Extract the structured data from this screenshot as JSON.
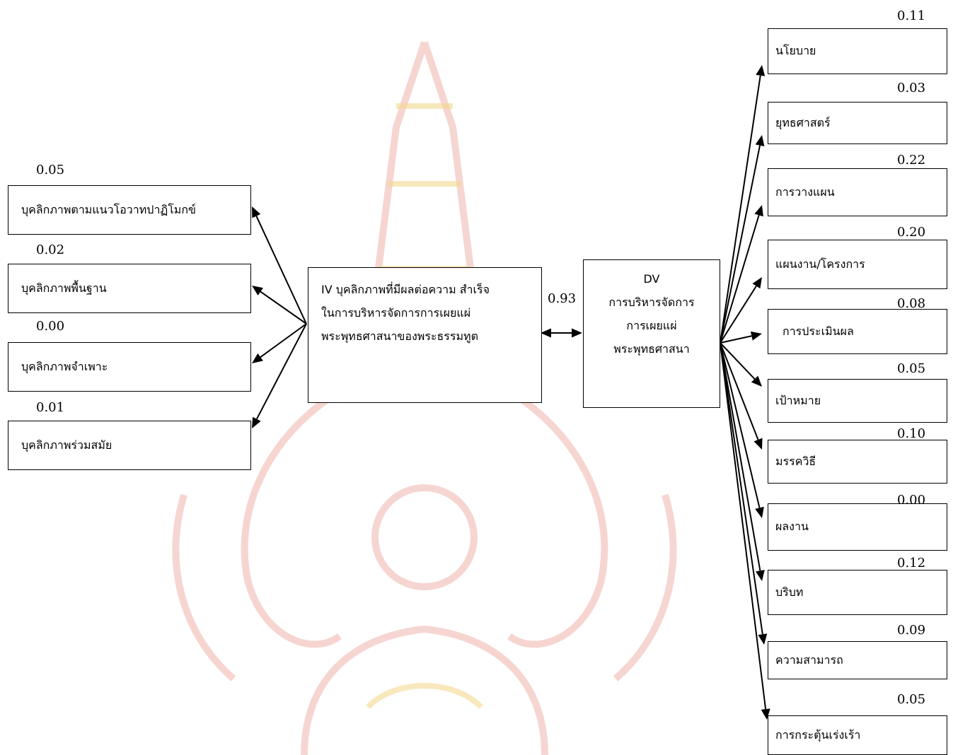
{
  "left_indicators": [
    {
      "label": "บุคลิกภาพตามแนวโอวาทปาฏิโมกข์",
      "coef": "0.05"
    },
    {
      "label": "บุคลิกภาพพื้นฐาน",
      "coef": "0.02"
    },
    {
      "label": "บุคลิกภาพจำเพาะ",
      "coef": "0.00"
    },
    {
      "label": "บุคลิกภาพร่วมสมัย",
      "coef": "0.01"
    }
  ],
  "iv": {
    "lines": [
      "IV บุคลิกภาพที่มีผลต่อความ สำเร็จ",
      "ในการบริหารจัดการการเผยแผ่",
      "พระพุทธศาสนาของพระธรรมทูต"
    ]
  },
  "dv": {
    "lines": [
      "DV",
      "การบริหารจัดการ",
      "การเผยแผ่",
      "พระพุทธศาสนา"
    ]
  },
  "correlation": "0.93",
  "right_indicators": [
    {
      "label": "นโยบาย",
      "coef": "0.11"
    },
    {
      "label": "ยุทธศาสตร์",
      "coef": "0.03"
    },
    {
      "label": "การวางแผน",
      "coef": "0.22"
    },
    {
      "label": "แผนงาน/โครงการ",
      "coef": "0.20"
    },
    {
      "label": "การประเมินผล",
      "coef": "0.08"
    },
    {
      "label": "เป้าหมาย",
      "coef": "0.05"
    },
    {
      "label": "มรรควิธี",
      "coef": "0.10"
    },
    {
      "label": "ผลงาน",
      "coef": "0.00"
    },
    {
      "label": "บริบท",
      "coef": "0.12"
    },
    {
      "label": "ความสามารถ",
      "coef": "0.09"
    },
    {
      "label": "การกระตุ้นเร่งเร้า",
      "coef": "0.05"
    }
  ],
  "colors": {
    "watermark": "#e8a6a0",
    "watermark_gold": "#f1d68a"
  }
}
